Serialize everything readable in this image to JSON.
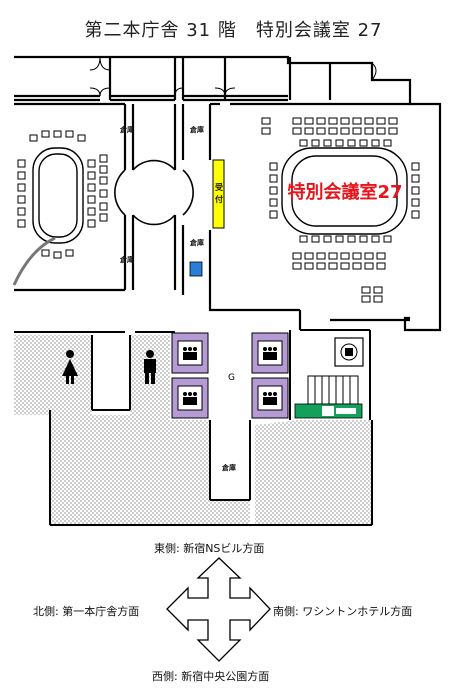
{
  "title": "第二本庁舎 31 階　特別会議室 27",
  "room_label": "特別会議室27",
  "reception_label": "受付",
  "g_label": "G",
  "storage_label": "倉庫",
  "directions": {
    "east": "東側: 新宿NSビル方面",
    "north": "北側: 第一本庁舎方面",
    "south": "南側: ワシントンホテル方面",
    "west": "西側: 新宿中央公園方面"
  },
  "colors": {
    "room_text": "#e8141c",
    "reception_fill": "#ffff00",
    "elevator_fill": "#b59ad6",
    "exit_green": "#13a05a",
    "phone_blue": "#2a7fd4"
  },
  "icons": [
    "restroom-female-icon",
    "restroom-male-icon",
    "elevator-icon",
    "emergency-exit-icon",
    "moon-icon",
    "toilet-icon"
  ]
}
